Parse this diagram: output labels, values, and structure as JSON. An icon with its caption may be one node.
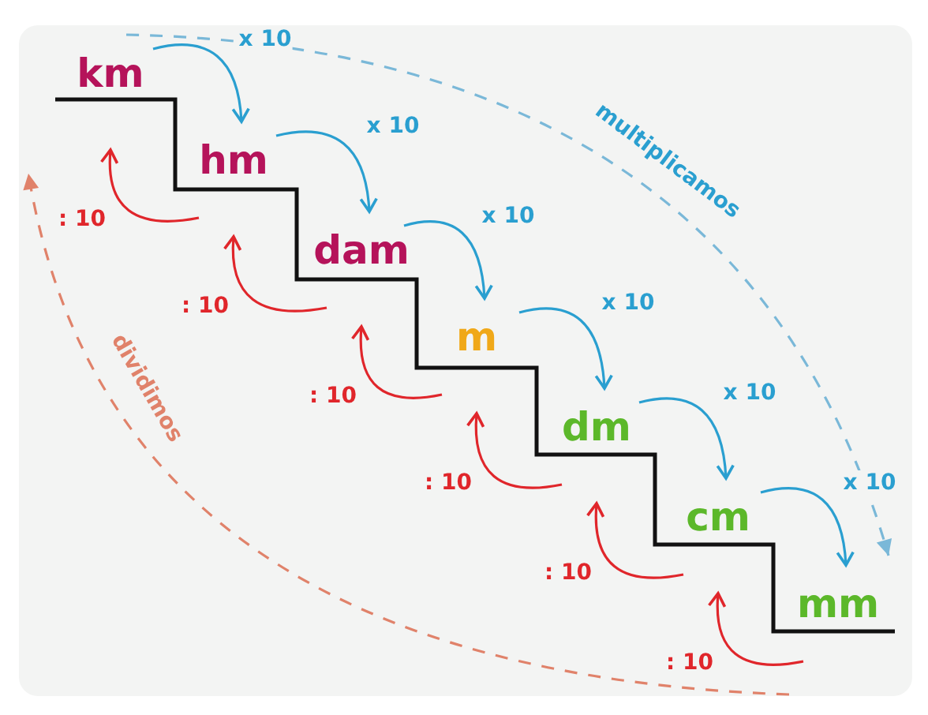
{
  "diagram": {
    "nodes": [
      {
        "text": [
          "km"
        ]
      },
      {
        "text": [
          "hm"
        ]
      },
      {
        "text": [
          "dam"
        ]
      },
      {
        "text": [
          "m"
        ]
      },
      {
        "text": [
          "dm"
        ]
      },
      {
        "text": [
          "cm"
        ]
      },
      {
        "text": [
          "mm"
        ]
      }
    ],
    "edges": [
      {
        "from": 0,
        "to": 1,
        "arrow": "to",
        "label": "x 10",
        "color": "#2a9fd0"
      },
      {
        "from": 1,
        "to": 2,
        "arrow": "to",
        "label": "x 10",
        "color": "#2a9fd0"
      },
      {
        "from": 2,
        "to": 3,
        "arrow": "to",
        "label": "x 10",
        "color": "#2a9fd0"
      },
      {
        "from": 3,
        "to": 4,
        "arrow": "to",
        "label": "x 10",
        "color": "#2a9fd0"
      },
      {
        "from": 4,
        "to": 5,
        "arrow": "to",
        "label": "x 10",
        "color": "#2a9fd0"
      },
      {
        "from": 5,
        "to": 6,
        "arrow": "to",
        "label": "x 10",
        "color": "#2a9fd0"
      },
      {
        "from": 1,
        "to": 0,
        "arrow": "to",
        "label": ": 10",
        "color": "#e0262b"
      },
      {
        "from": 2,
        "to": 1,
        "arrow": "to",
        "label": ": 10",
        "color": "#e0262b"
      },
      {
        "from": 3,
        "to": 2,
        "arrow": "to",
        "label": ": 10",
        "color": "#e0262b"
      },
      {
        "from": 4,
        "to": 3,
        "arrow": "to",
        "label": ": 10",
        "color": "#e0262b"
      },
      {
        "from": 5,
        "to": 4,
        "arrow": "to",
        "label": ": 10",
        "color": "#e0262b"
      },
      {
        "from": 6,
        "to": 5,
        "arrow": "to",
        "label": ": 10",
        "color": "#e0262b"
      },
      {
        "from": 0,
        "to": 6,
        "arrow": "to",
        "label": "multiplicamos",
        "style": "dashed",
        "color": "#7ab8d8"
      },
      {
        "from": 6,
        "to": 0,
        "arrow": "to",
        "label": "dividimos",
        "style": "dashed",
        "color": "#e0826a"
      }
    ]
  }
}
